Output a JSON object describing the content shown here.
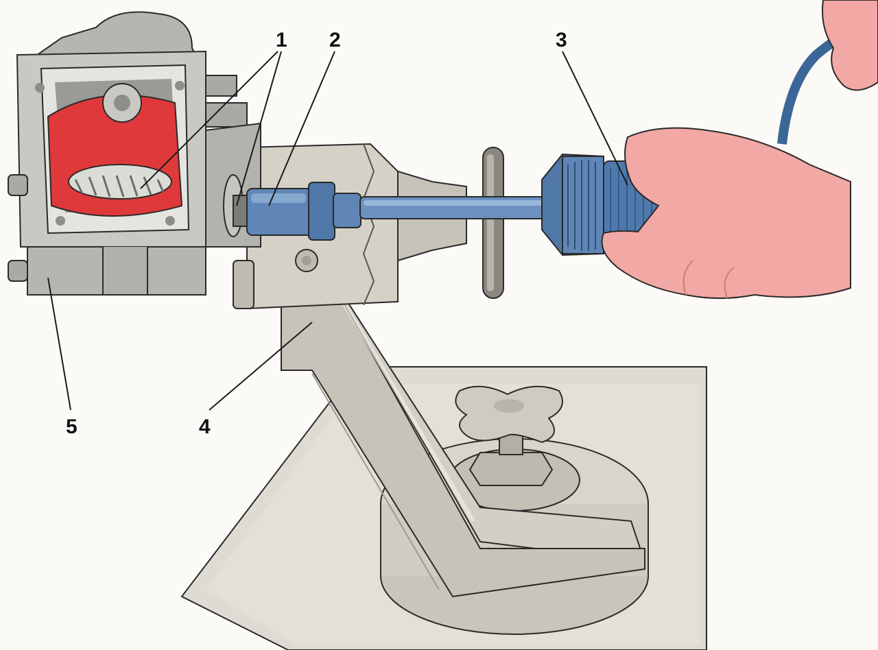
{
  "callouts": {
    "c1": "1",
    "c2": "2",
    "c3": "3",
    "c4": "4",
    "c5": "5"
  },
  "colors": {
    "metal": "#c9c7c0",
    "metal_dark": "#8f8d86",
    "stand": "#d3d0c6",
    "stand_shadow": "#a9a59a",
    "table": "#dedbd3",
    "tool_blue": "#5f86b6",
    "tool_blue_dark": "#355b8a",
    "hand": "#f2a8a4",
    "housing_red": "#e0393b",
    "background": "#fbfaf7"
  }
}
